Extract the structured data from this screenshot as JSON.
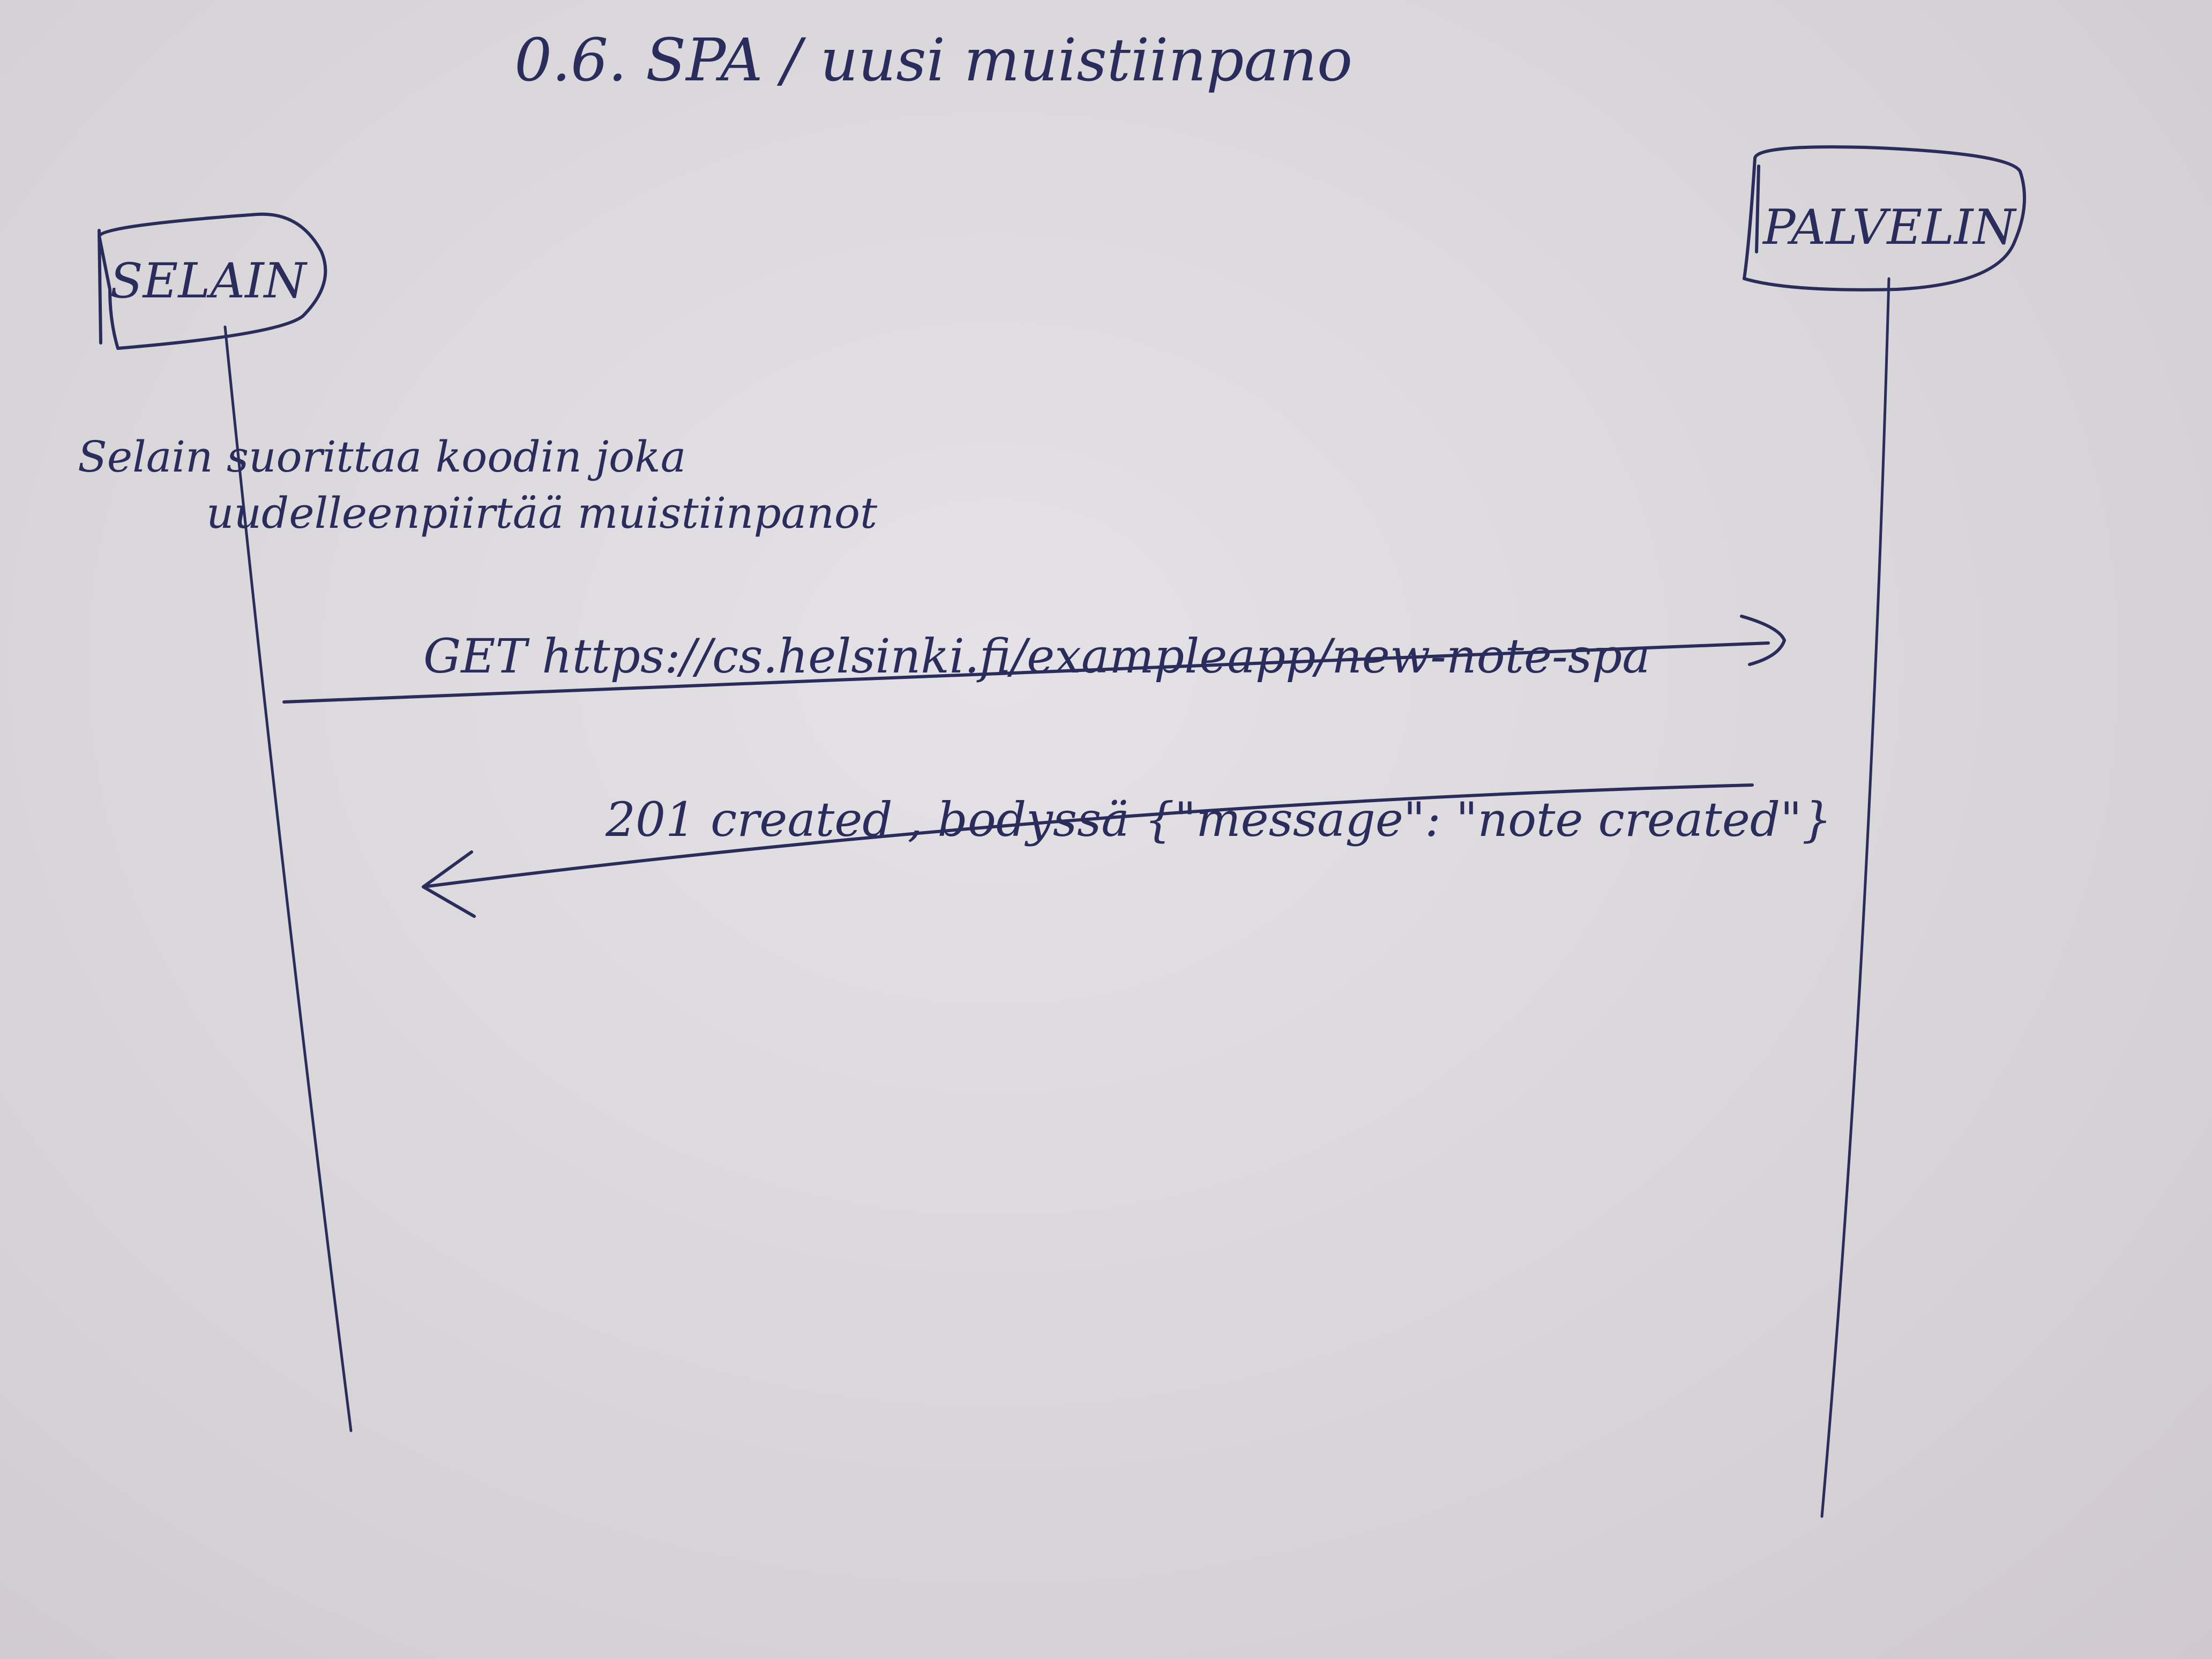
{
  "title": "0.6. SPA / uusi muistiinpano",
  "participants": {
    "browser": "SELAIN",
    "server": "PALVELIN"
  },
  "note": {
    "line1": "Selain suorittaa koodin joka",
    "line2": "uudelleenpiirtää muistiinpanot"
  },
  "messages": [
    {
      "label": "GET https://cs.helsinki.fi/exampleapp/new-note-spa",
      "from": "SELAIN",
      "to": "PALVELIN"
    },
    {
      "label": "201 created , bodyssä {\"message\": \"note created\"}",
      "from": "PALVELIN",
      "to": "SELAIN"
    }
  ],
  "colors": {
    "ink": "#2a2c5c",
    "paper": "#dedbe0"
  }
}
